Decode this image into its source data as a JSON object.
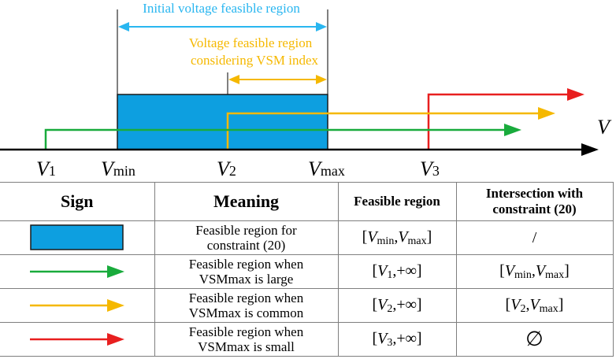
{
  "diagram": {
    "colors": {
      "blue": "#0d9fe0",
      "green": "#19ab3c",
      "yellow": "#f5b800",
      "red": "#e81f1f",
      "axis": "#000000"
    },
    "initial_region_label": "Initial voltage feasible region",
    "vsm_region_label_line1": "Voltage feasible region",
    "vsm_region_label_line2": "considering VSM index",
    "axis_label": "V",
    "axis_ticks": [
      {
        "name": "v1",
        "main": "V",
        "sub": "1"
      },
      {
        "name": "vmin",
        "main": "V",
        "sub": "min"
      },
      {
        "name": "v2",
        "main": "V",
        "sub": "2"
      },
      {
        "name": "vmax",
        "main": "V",
        "sub": "max"
      },
      {
        "name": "v3",
        "main": "V",
        "sub": "3"
      }
    ]
  },
  "table": {
    "headers": {
      "sign": "Sign",
      "meaning": "Meaning",
      "feasible": "Feasible region",
      "intersection_line1": "Intersection with",
      "intersection_line2": "constraint (20)"
    },
    "rows": [
      {
        "sign": "blue-rectangle",
        "meaning_line1": "Feasible region for",
        "meaning_line2": "constraint (20)",
        "feasible_open": "[",
        "feasible_a": "V",
        "feasible_a_sub": "min",
        "feasible_sep": ",",
        "feasible_b": "V",
        "feasible_b_sub": "max",
        "feasible_close": "]",
        "intersection": "/"
      },
      {
        "sign": "green-arrow",
        "meaning_line1": "Feasible region when",
        "meaning_line2": "VSMmax is large",
        "feasible_open": "[",
        "feasible_a": "V",
        "feasible_a_sub": "1",
        "feasible_sep": ",+",
        "feasible_b": "∞",
        "feasible_b_sub": "",
        "feasible_close": "]",
        "inter_open": "[",
        "inter_a": "V",
        "inter_a_sub": "min",
        "inter_sep": ",",
        "inter_b": "V",
        "inter_b_sub": "max",
        "inter_close": "]"
      },
      {
        "sign": "yellow-arrow",
        "meaning_line1": "Feasible region when",
        "meaning_line2": "VSMmax is common",
        "feasible_open": "[",
        "feasible_a": "V",
        "feasible_a_sub": "2",
        "feasible_sep": ",+",
        "feasible_b": "∞",
        "feasible_b_sub": "",
        "feasible_close": "]",
        "inter_open": "[",
        "inter_a": "V",
        "inter_a_sub": "2",
        "inter_sep": ",",
        "inter_b": "V",
        "inter_b_sub": "max",
        "inter_close": "]"
      },
      {
        "sign": "red-arrow",
        "meaning_line1": "Feasible region when",
        "meaning_line2": "VSMmax is small",
        "feasible_open": "[",
        "feasible_a": "V",
        "feasible_a_sub": "3",
        "feasible_sep": ",+",
        "feasible_b": "∞",
        "feasible_b_sub": "",
        "feasible_close": "]",
        "intersection": "∅"
      }
    ]
  }
}
